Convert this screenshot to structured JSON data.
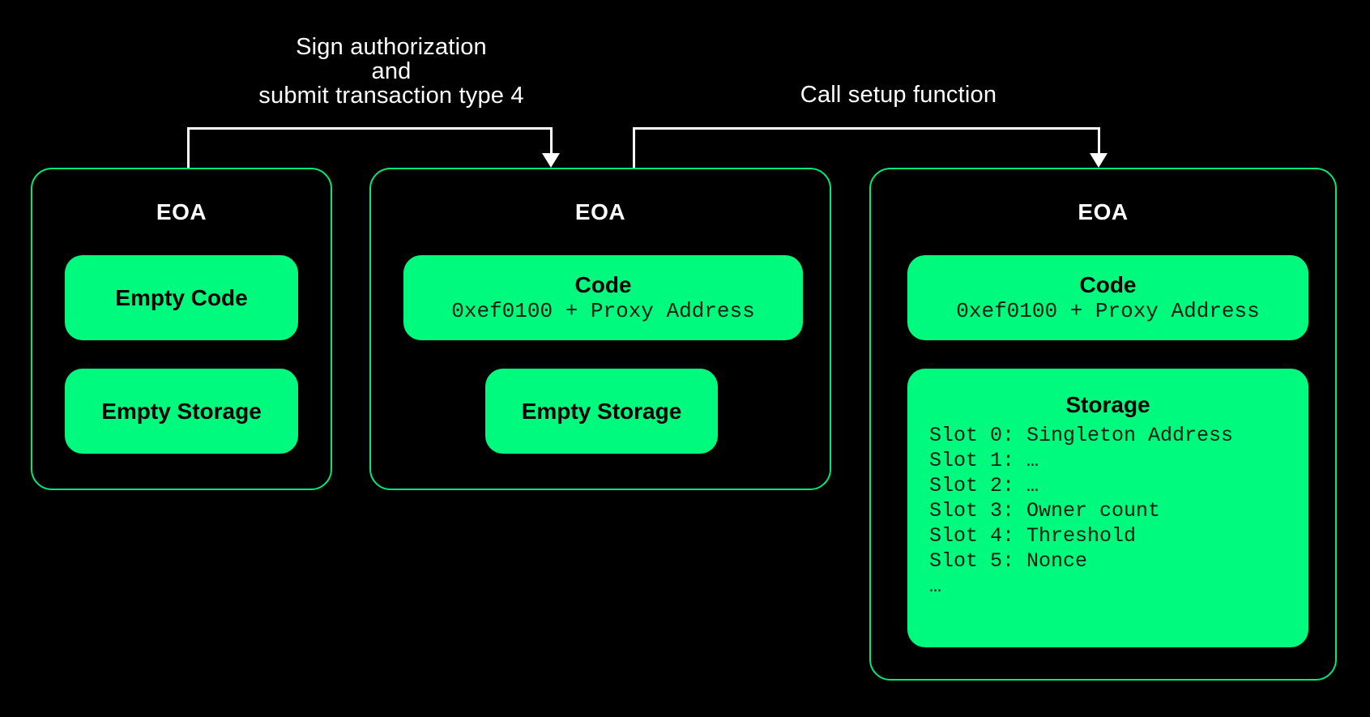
{
  "colors": {
    "background": "#000000",
    "box_fill": "#00fa7d",
    "box_border": "#00e875",
    "arrow": "#ffffff",
    "text_on_green": "#000000",
    "title_text": "#ffffff"
  },
  "arrows": [
    {
      "id": "sign-authorization-arrow",
      "label_lines": [
        "Sign authorization",
        "and",
        "submit transaction type 4"
      ],
      "from": "eoa-initial",
      "to": "eoa-delegated"
    },
    {
      "id": "call-setup-arrow",
      "label": "Call setup function",
      "from": "eoa-delegated",
      "to": "eoa-initialized"
    }
  ],
  "cards": [
    {
      "title": "EOA",
      "blocks": [
        {
          "title": "Empty Code"
        },
        {
          "title": "Empty Storage"
        }
      ]
    },
    {
      "title": "EOA",
      "blocks": [
        {
          "title": "Code",
          "subtitle": "0xef0100 + Proxy Address"
        },
        {
          "title": "Empty Storage"
        }
      ]
    },
    {
      "title": "EOA",
      "blocks": [
        {
          "title": "Code",
          "subtitle": "0xef0100 + Proxy Address"
        },
        {
          "title": "Storage",
          "rows": [
            "Slot 0: Singleton Address",
            "Slot 1: …",
            "Slot 2: …",
            "Slot 3: Owner count",
            "Slot 4: Threshold",
            "Slot 5: Nonce",
            "…"
          ]
        }
      ]
    }
  ]
}
